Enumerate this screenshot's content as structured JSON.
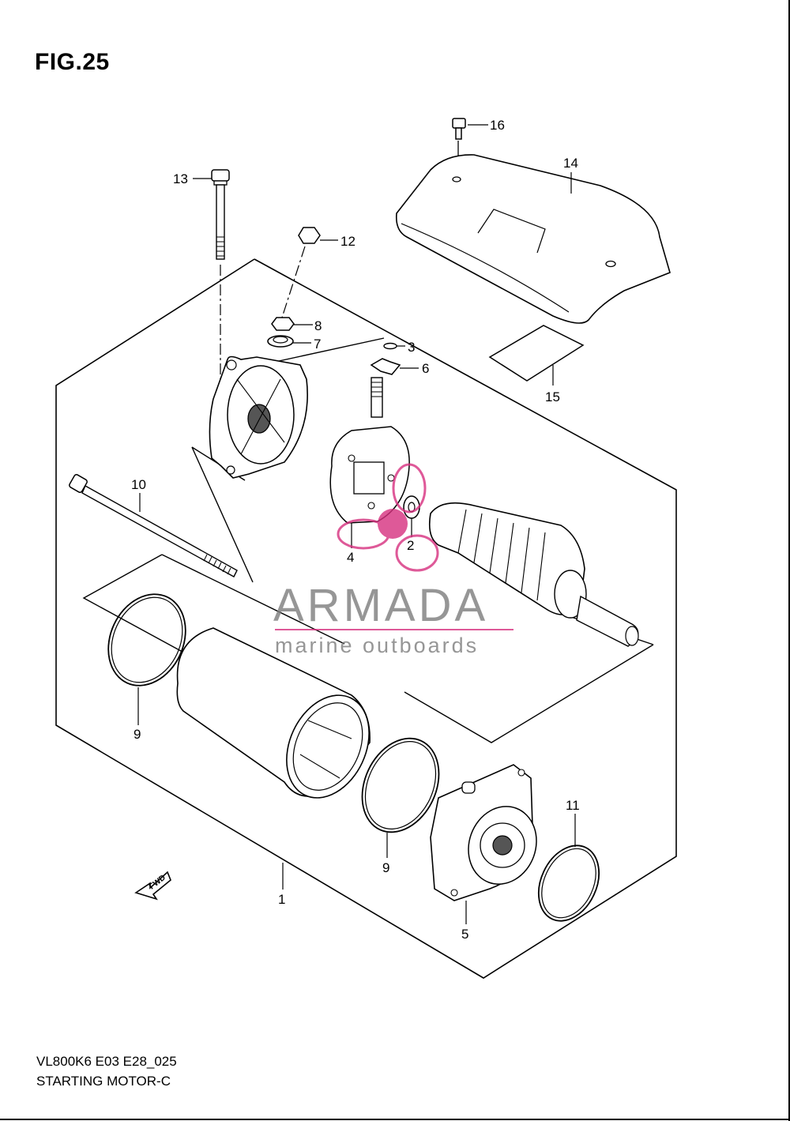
{
  "figure": {
    "title": "FIG.25",
    "code": "VL800K6 E03 E28_025",
    "name": "STARTING MOTOR-C"
  },
  "watermark": {
    "brand": "ARMADA",
    "tagline": "marine outboards",
    "accent_color": "#d7307f",
    "text_color": "#7d7d7d"
  },
  "fwd_label": "FWD",
  "callouts": {
    "c1": "1",
    "c2": "2",
    "c3": "3",
    "c4": "4",
    "c5": "5",
    "c6": "6",
    "c7": "7",
    "c8": "8",
    "c9a": "9",
    "c9b": "9",
    "c10": "10",
    "c11": "11",
    "c12": "12",
    "c13": "13",
    "c14": "14",
    "c15": "15",
    "c16": "16"
  }
}
